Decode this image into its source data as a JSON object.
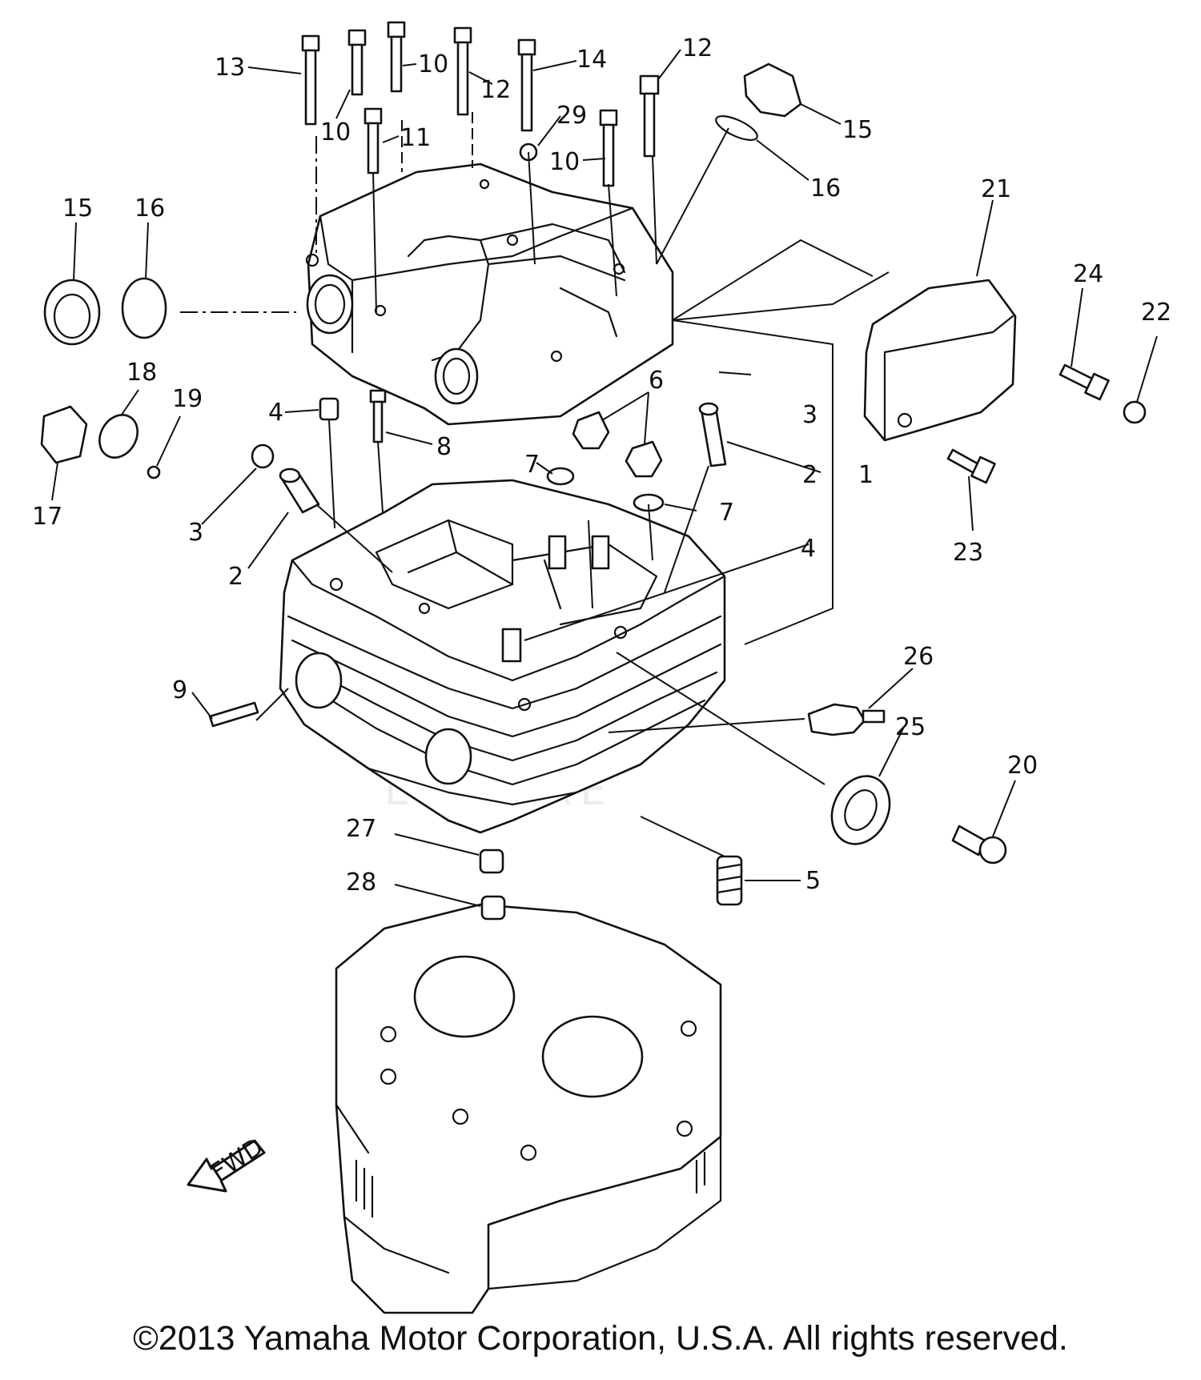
{
  "callouts": {
    "n1": "1",
    "n2": "2",
    "n3": "3",
    "n4": "4",
    "n5": "5",
    "n6": "6",
    "n7": "7",
    "n8": "8",
    "n9": "9",
    "n10": "10",
    "n11": "11",
    "n12": "12",
    "n13": "13",
    "n14": "14",
    "n15": "15",
    "n16": "16",
    "n17": "17",
    "n18": "18",
    "n19": "19",
    "n20": "20",
    "n21": "21",
    "n22": "22",
    "n23": "23",
    "n24": "24",
    "n25": "25",
    "n26": "26",
    "n27": "27",
    "n28": "28",
    "n29": "29"
  },
  "fwd_arrow": "FWD",
  "watermark": "LEISURE",
  "footer": {
    "copyright": "©2013 Yamaha Motor Corporation, U.S.A. All rights reserved."
  }
}
